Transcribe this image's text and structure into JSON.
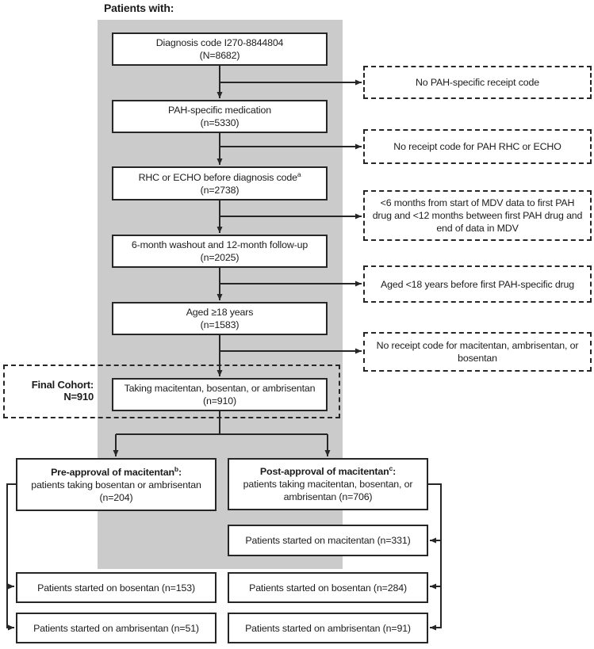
{
  "header": {
    "label": "Patients with:"
  },
  "flow": {
    "boxes": [
      {
        "line1": "Diagnosis code I270-8844804",
        "sup": "",
        "line2": "(N=8682)"
      },
      {
        "line1": "PAH-specific medication",
        "sup": "",
        "line2": "(n=5330)"
      },
      {
        "line1": "RHC or ECHO before diagnosis code",
        "sup": "a",
        "line2": "(n=2738)"
      },
      {
        "line1": "6-month washout and 12-month follow-up",
        "sup": "",
        "line2": "(n=2025)"
      },
      {
        "line1": "Aged ≥18 years",
        "sup": "",
        "line2": "(n=1583)"
      },
      {
        "line1": "Taking macitentan, bosentan, or ambrisentan",
        "sup": "",
        "line2": "(n=910)"
      }
    ],
    "exclusions": [
      {
        "text": "No PAH-specific receipt code"
      },
      {
        "text": "No receipt code for PAH RHC or ECHO"
      },
      {
        "text": "<6 months from start of MDV data to first PAH drug and <12 months between first PAH drug and end of data in MDV"
      },
      {
        "text": "Aged <18 years before first PAH-specific drug"
      },
      {
        "text": "No receipt code for macitentan, ambrisentan, or bosentan"
      }
    ],
    "final_cohort": {
      "line1": "Final Cohort:",
      "line2": "N=910"
    },
    "branches": [
      {
        "title": "Pre-approval of macitentan",
        "sup": "b",
        "suffix": ":",
        "body": "patients taking bosentan or ambrisentan (n=204)"
      },
      {
        "title": "Post-approval of macitentan",
        "sup": "c",
        "suffix": ":",
        "body": "patients taking macitentan, bosentan, or ambrisentan (n=706)"
      }
    ],
    "outcomes_left": [
      {
        "text": "Patients started on bosentan (n=153)"
      },
      {
        "text": "Patients started on ambrisentan (n=51)"
      }
    ],
    "outcomes_right": [
      {
        "text": "Patients started on macitentan (n=331)"
      },
      {
        "text": "Patients started on bosentan (n=284)"
      },
      {
        "text": "Patients started on ambrisentan (n=91)"
      }
    ],
    "colors": {
      "panel_gray": "#cbcbcb",
      "line": "#262626",
      "box_bg": "#ffffff"
    }
  }
}
